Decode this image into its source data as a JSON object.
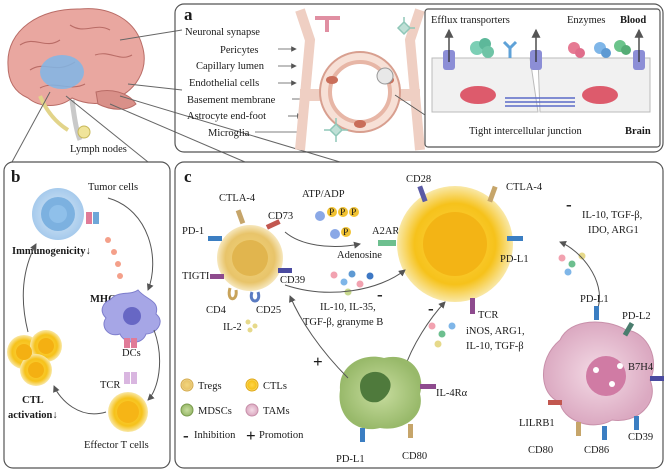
{
  "panels": {
    "a": "a",
    "b": "b",
    "c": "c"
  },
  "brain": {
    "lymph_nodes": "Lymph nodes"
  },
  "panel_a": {
    "labels": [
      "Neuronal synapse",
      "Pericytes",
      "Capillary lumen",
      "Endothelial cells",
      "Basement membrane",
      "Astrocyte end-foot",
      "Microglia"
    ],
    "efflux": "Efflux transporters",
    "enzymes": "Enzymes",
    "blood": "Blood",
    "brain": "Brain",
    "tight_junction": "Tight intercellular junction"
  },
  "panel_b": {
    "tumor_cells": "Tumor cells",
    "immunogenicity": "Immunogenicity↓",
    "mhc": "MHC↓",
    "dcs": "DCs",
    "tcr": "TCR",
    "ctl_activation_1": "CTL",
    "ctl_activation_2": "activation↓",
    "effector": "Effector T cells"
  },
  "panel_c": {
    "treg_markers": {
      "ctla4": "CTLA-4",
      "cd73": "CD73",
      "pd1": "PD-1",
      "tigit": "TIGTI",
      "cd39": "CD39",
      "cd4": "CD4",
      "cd25": "CD25",
      "il2": "IL-2"
    },
    "atp": "ATP/ADP",
    "p": "P",
    "adenosine": "Adenosine",
    "a2ar": "A2AR",
    "ctl_markers": {
      "cd28": "CD28",
      "ctla4": "CTLA-4",
      "pdl1": "PD-L1",
      "tcr": "TCR"
    },
    "treg_cytokines_1": "IL-10, IL-35,",
    "treg_cytokines_2": "TGF-β, granyme B",
    "tam_cytokines_1": "IL-10, TGF-β,",
    "tam_cytokines_2": "IDO, ARG1",
    "mdsc_cytokines_1": "iNOS, ARG1,",
    "mdsc_cytokines_2": "IL-10, TGF-β",
    "mdsc_markers": {
      "il4ra": "IL-4Rα",
      "pdl1": "PD-L1",
      "cd80": "CD80"
    },
    "tam_markers": {
      "pdl1": "PD-L1",
      "pdl2": "PD-L2",
      "b7h4": "B7H4",
      "lilrb1": "LILRB1",
      "cd80": "CD80",
      "cd86": "CD86",
      "cd39": "CD39"
    },
    "minus": "-",
    "plus": "+",
    "legend": {
      "tregs": "Tregs",
      "ctls": "CTLs",
      "mdscs": "MDSCs",
      "tams": "TAMs",
      "inhibition": "Inhibition",
      "promotion": "Promotion"
    }
  },
  "colors": {
    "frame": "#555555",
    "treg": "#e7c56b",
    "ctl": "#f7c326",
    "mdsc": "#a7c47a",
    "tam": "#e3b7cc",
    "dc": "#8f8fd8",
    "tumor": "#aac9e8"
  }
}
